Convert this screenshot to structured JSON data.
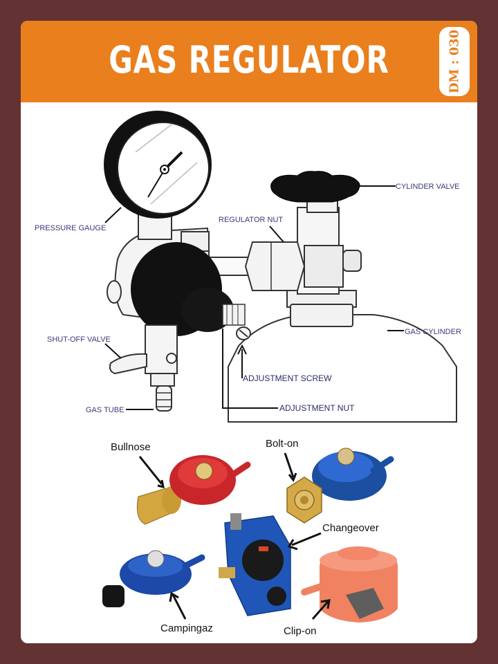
{
  "header": {
    "title": "GAS REGULATOR",
    "badge": "DM : 030"
  },
  "labels": {
    "pressure_gauge": "PRESSURE GAUGE",
    "cylinder_valve": "CYLINDER VALVE",
    "regulator_nut": "REGULATOR NUT",
    "gas_cylinder": "GAS CYLINDER",
    "shut_off_valve": "SHUT-OFF VALVE",
    "adjustment_screw": "ADJUSTMENT SCREW",
    "gas_tube": "GAS TUBE",
    "adjustment_nut": "ADJUSTMENT NUT"
  },
  "types": {
    "bullnose": "Bullnose",
    "bolt_on": "Bolt-on",
    "changeover": "Changeover",
    "campingaz": "Campingaz",
    "clip_on": "Clip-on"
  },
  "colors": {
    "background": "#633232",
    "header": "#ea7f1d",
    "label_text": "#3a3a7a"
  }
}
